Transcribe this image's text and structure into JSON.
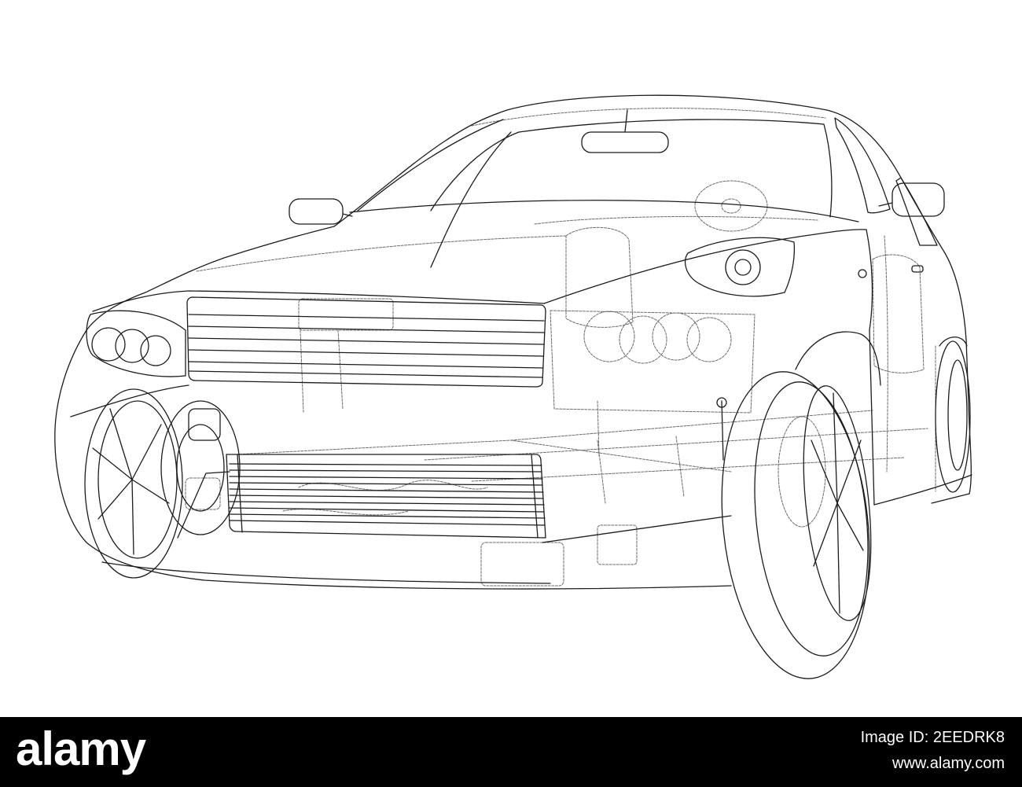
{
  "footer": {
    "logo_text": "alamy",
    "image_id": "Image ID: 2EEDRK8",
    "website": "www.alamy.com"
  },
  "colors": {
    "line": "#1c1c1c",
    "line_secondary": "#6a6a6a",
    "background": "#ffffff",
    "footer_background": "#000000",
    "footer_text": "#ffffff"
  }
}
